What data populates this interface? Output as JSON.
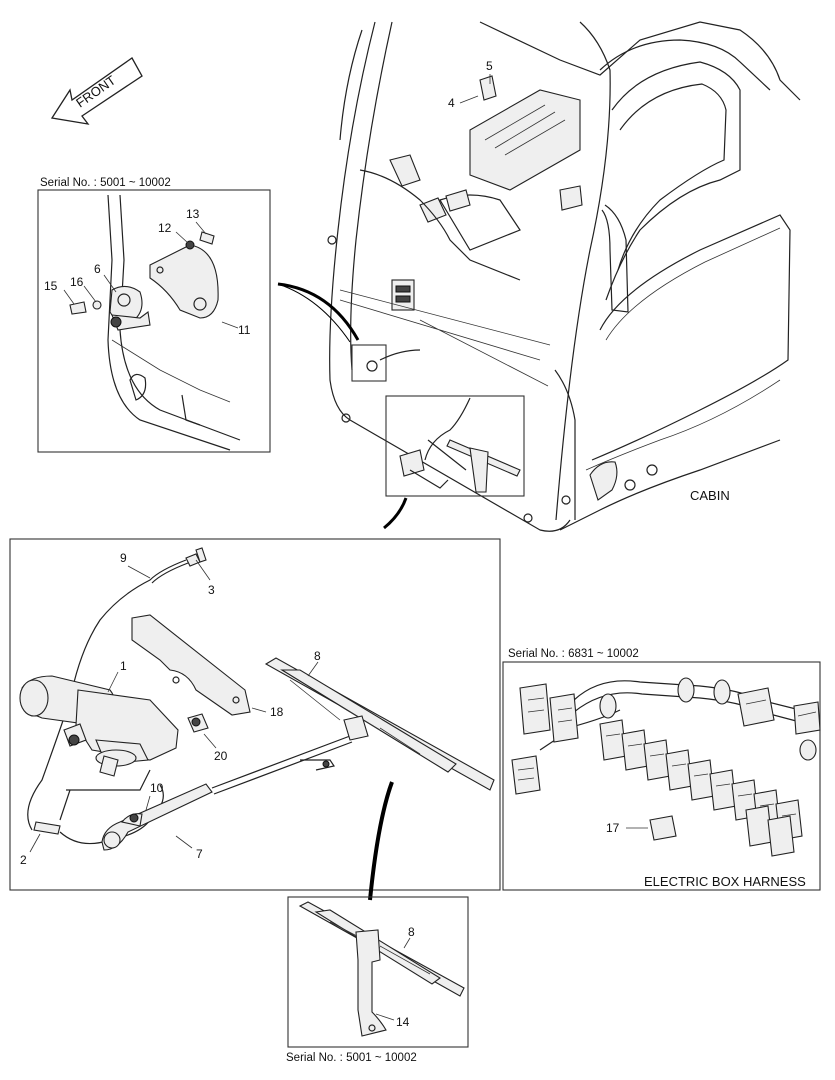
{
  "front_arrow": {
    "label": "FRONT"
  },
  "sections": {
    "cabin": {
      "caption": "CABIN"
    },
    "detail_bracket": {
      "serial": "Serial No. : 5001 ~ 10002"
    },
    "harness": {
      "serial": "Serial No. : 6831 ~ 10002",
      "caption": "ELECTRIC BOX HARNESS"
    },
    "blade_alt": {
      "serial": "Serial No. : 5001 ~ 10002"
    }
  },
  "callouts": {
    "c1": "1",
    "c2": "2",
    "c3": "3",
    "c4": "4",
    "c5": "5",
    "c6": "6",
    "c7": "7",
    "c8": "8",
    "c8b": "8",
    "c9": "9",
    "c10": "10",
    "c11": "11",
    "c12": "12",
    "c13": "13",
    "c14": "14",
    "c15": "15",
    "c16": "16",
    "c17": "17",
    "c18": "18",
    "c20": "20"
  },
  "colors": {
    "line": "#222222",
    "fill_light": "#efefef",
    "fill_dark": "#444444",
    "background": "#ffffff"
  }
}
